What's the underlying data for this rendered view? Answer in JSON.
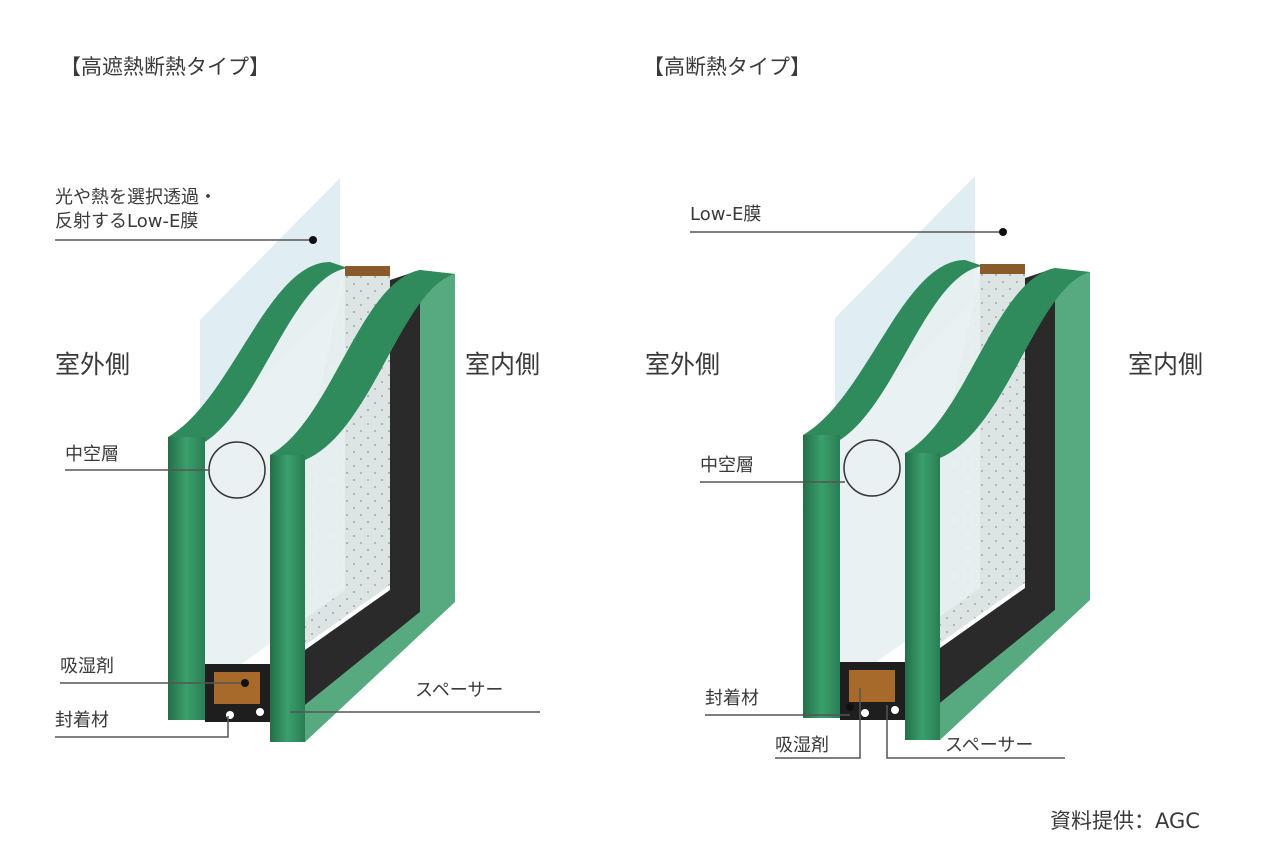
{
  "left": {
    "title": "【高遮熱断熱タイプ】",
    "lowe_line1": "光や熱を選択透過・",
    "lowe_line2": "反射するLow-E膜",
    "outdoor": "室外側",
    "indoor": "室内側",
    "air_layer": "中空層",
    "desiccant": "吸湿剤",
    "sealant": "封着材",
    "spacer": "スペーサー"
  },
  "right": {
    "title": "【高断熱タイプ】",
    "lowe": "Low-E膜",
    "outdoor": "室外側",
    "indoor": "室内側",
    "air_layer": "中空層",
    "sealant": "封着材",
    "desiccant": "吸湿剤",
    "spacer": "スペーサー"
  },
  "credit": "資料提供：AGC",
  "colors": {
    "glass_green": "#2e8b5e",
    "frame_dark": "#2a2a2a",
    "desiccant_brown": "#a86a2a",
    "glass_face": "#e6eef0"
  }
}
